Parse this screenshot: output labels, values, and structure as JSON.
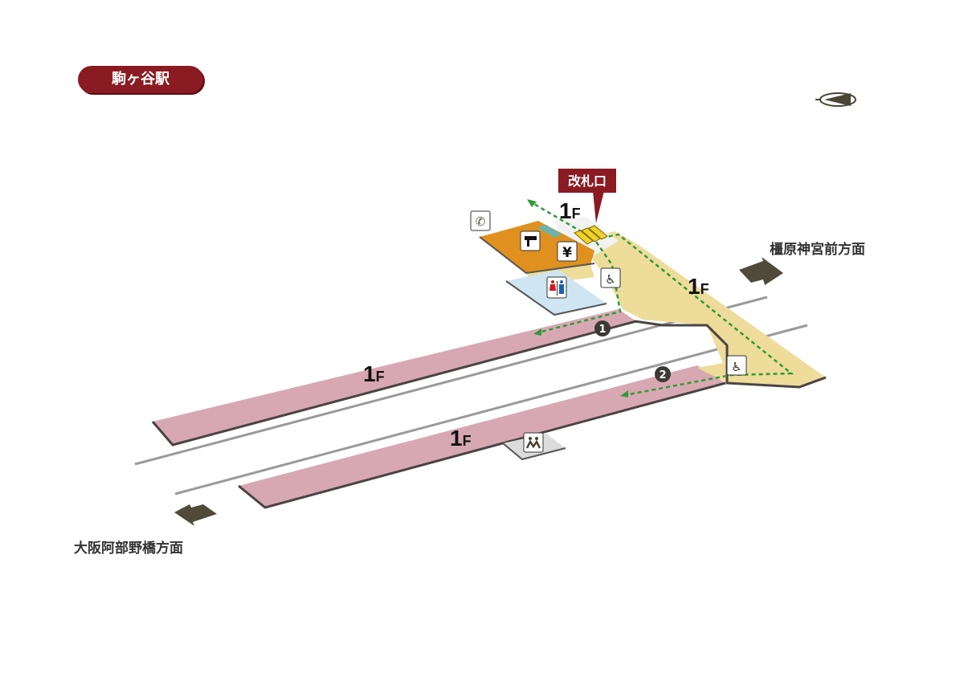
{
  "station_name": "駒ヶ谷駅",
  "gate_label": "改札口",
  "direction_north": "橿原神宮前方面",
  "direction_south": "大阪阿部野橋方面",
  "floor_labels": {
    "concourse_top": "1",
    "concourse_right": "1",
    "platform_1": "1",
    "platform_2": "1",
    "suffix": "F"
  },
  "platform_numbers": [
    "1",
    "2"
  ],
  "icons": [
    "phone-icon",
    "ticket-machine-icon",
    "yen-icon",
    "restroom-icon",
    "wheelchair-ramp-icon",
    "waiting-room-icon",
    "compass-icon"
  ],
  "colors": {
    "platform": "#d8a8b2",
    "concourse": "#eedc9a",
    "shop": "#e0901e",
    "restroom": "#cfe6f2",
    "title": "#8b1b22",
    "route": "#2f9a3a"
  }
}
